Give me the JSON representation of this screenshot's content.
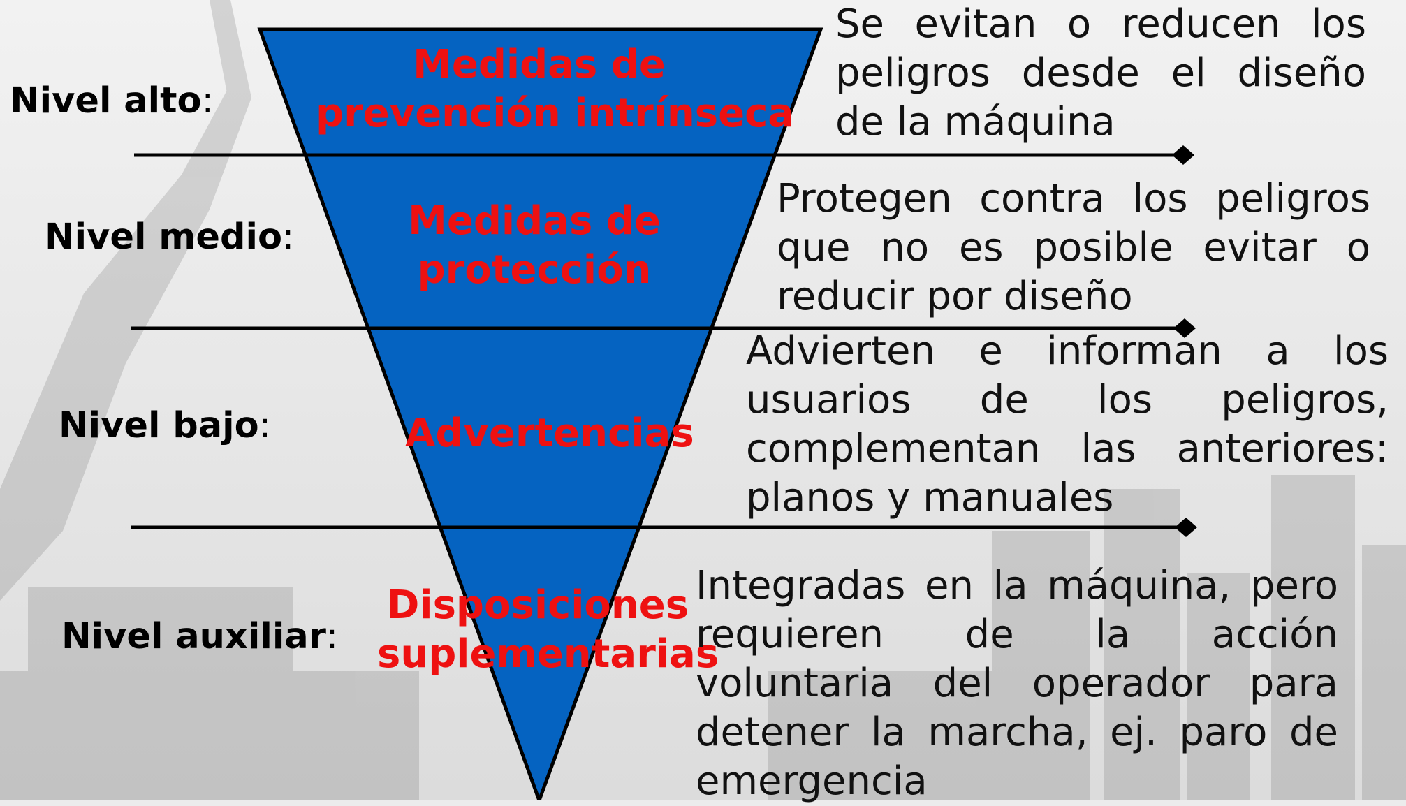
{
  "colors": {
    "triangle": "#0563c1",
    "measure_text": "#ee1111",
    "lines": "#000000",
    "background": "#ececec"
  },
  "levels": [
    {
      "label": "Nivel alto",
      "colon": ":",
      "measure": [
        "Medidas de",
        "prevención intrínseca"
      ],
      "description": [
        "Se evitan o reducen los",
        "peligros desde el diseño",
        "de la máquina"
      ]
    },
    {
      "label": "Nivel medio",
      "colon": ":",
      "measure": [
        "Medidas de",
        "protección"
      ],
      "description": [
        "Protegen contra los peligros",
        "que no es posible evitar o",
        "reducir por diseño"
      ]
    },
    {
      "label": "Nivel bajo",
      "colon": ":",
      "measure": [
        "Advertencias"
      ],
      "description": [
        "Advierten e informan a los",
        "usuarios de los peligros,",
        "complementan las anteriores:",
        "planos y manuales"
      ]
    },
    {
      "label": "Nivel auxiliar",
      "colon": ":",
      "measure": [
        "Disposiciones",
        "suplementarias"
      ],
      "description": [
        "Integradas en la máquina, pero",
        "requieren de la acción",
        "voluntaria del operador para",
        "detener la marcha, ej. paro de",
        "emergencia"
      ]
    }
  ]
}
